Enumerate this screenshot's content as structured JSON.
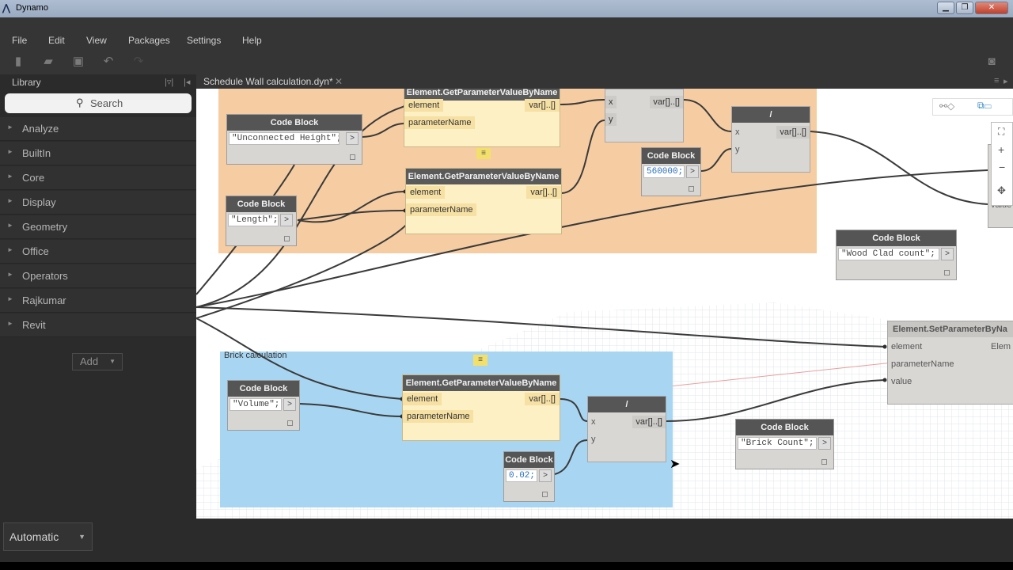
{
  "app": {
    "title": "Dynamo"
  },
  "menu": [
    "File",
    "Edit",
    "View",
    "Packages",
    "Settings",
    "Help"
  ],
  "library": {
    "title": "Library",
    "search_placeholder": "Search",
    "categories": [
      "Analyze",
      "BuiltIn",
      "Core",
      "Display",
      "Geometry",
      "Office",
      "Operators",
      "Rajkumar",
      "Revit"
    ],
    "add_label": "Add"
  },
  "tab": {
    "label": "Schedule Wall calculation.dyn*"
  },
  "groups": {
    "brick": "Brick calculation"
  },
  "nodes": {
    "cb_unconnected": {
      "title": "Code Block",
      "code": "\"Unconnected Height\";"
    },
    "cb_length": {
      "title": "Code Block",
      "code": "\"Length\";"
    },
    "get1": {
      "title": "Element.GetParameterValueByName",
      "in1": "element",
      "in2": "parameterName",
      "out": "var[]..[]"
    },
    "get2": {
      "title": "Element.GetParameterValueByName",
      "in1": "element",
      "in2": "parameterName",
      "out": "var[]..[]"
    },
    "mul1": {
      "x": "x",
      "y": "y",
      "out": "var[]..[]"
    },
    "cb_560000": {
      "title": "Code Block",
      "code": "560000;"
    },
    "div1": {
      "title": "/",
      "x": "x",
      "y": "y",
      "out": "var[]..[]"
    },
    "cb_woodclad": {
      "title": "Code Block",
      "code": "\"Wood Clad count\";"
    },
    "set1": {
      "title": "Element.SetParameterByNa",
      "in1": "element",
      "in2": "parameterName",
      "in3": "value",
      "out": "Elem"
    },
    "cb_volume": {
      "title": "Code Block",
      "code": "\"Volume\";"
    },
    "get3": {
      "title": "Element.GetParameterValueByName",
      "in1": "element",
      "in2": "parameterName",
      "out": "var[]..[]"
    },
    "cb_002": {
      "title": "Code Block",
      "code": "0.02;"
    },
    "div2": {
      "title": "/",
      "x": "x",
      "y": "y",
      "out": "var[]..[]"
    },
    "cb_brick": {
      "title": "Code Block",
      "code": "\"Brick Count\";"
    },
    "partial": {
      "value_label": "value"
    }
  },
  "code_output_symbol": ">",
  "statusbar": {
    "run_mode": "Automatic"
  }
}
